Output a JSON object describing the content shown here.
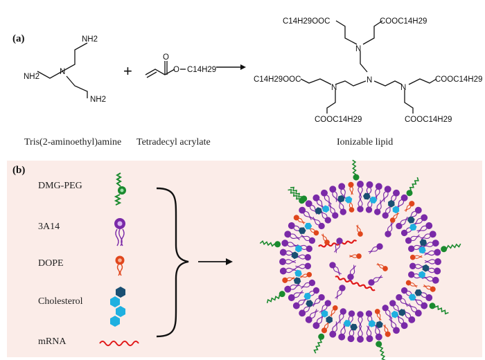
{
  "panel_a": {
    "label": "(a)",
    "reactant1_name": "Tris(2-aminoethyl)amine",
    "reactant2_name": "Tetradecyl acrylate",
    "product_name": "Ionizable lipid",
    "plus": "+",
    "amine_n": "N",
    "amine_terminal": "NH2",
    "acrylate_o": "O",
    "acrylate_tail": "C14H29",
    "ester_group": "COOC14H29",
    "ester_group_left": "C14H29OOC"
  },
  "panel_b": {
    "label": "(b)",
    "components": [
      "DMG-PEG",
      "3A14",
      "DOPE",
      "Cholesterol",
      "mRNA"
    ]
  },
  "colors": {
    "peg_green": "#1a8a2e",
    "lipid_purple": "#7a2aa8",
    "dope_orange": "#e0461c",
    "chol_blue": "#1fb0e0",
    "chol_dark": "#1a4f72",
    "mrna_red": "#e01818",
    "panel_b_bg": "#fbece8"
  }
}
